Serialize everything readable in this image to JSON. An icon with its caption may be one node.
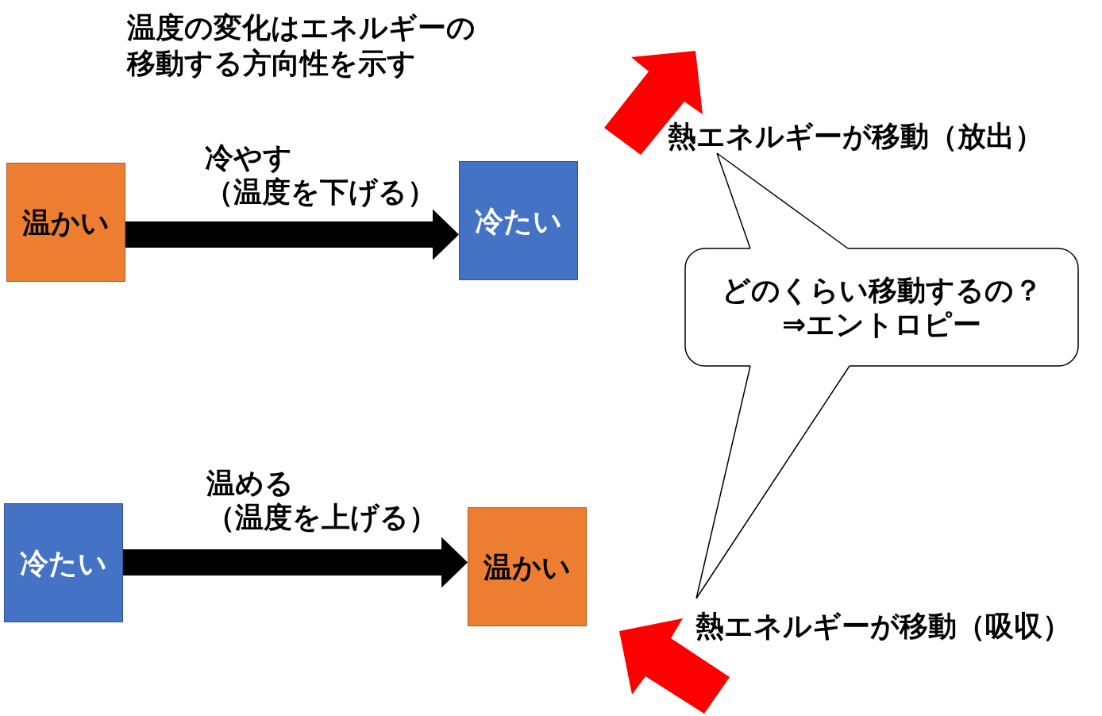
{
  "diagram": {
    "title": "温度の変化はエネルギーの移動する方向性を示す",
    "nodes": [
      {
        "text": [
          "温かい"
        ]
      },
      {
        "text": [
          "冷たい"
        ]
      },
      {
        "text": [
          "熱エネルギーが移動（放出）"
        ]
      },
      {
        "text": [
          "どのくらい移動するの？",
          "⇒エントロピー"
        ]
      },
      {
        "text": [
          "冷たい"
        ]
      },
      {
        "text": [
          "温かい"
        ]
      },
      {
        "text": [
          "熱エネルギーが移動（吸収）"
        ]
      }
    ],
    "edges": [
      {
        "from": 0,
        "to": 1,
        "arrow": "to",
        "label": "冷やす（温度を下げる）",
        "style": "thick"
      },
      {
        "from": 4,
        "to": 5,
        "arrow": "to",
        "label": "温める（温度を上げる）",
        "style": "thick"
      },
      {
        "from": 3,
        "to": 2,
        "arrow": "none"
      },
      {
        "from": 3,
        "to": 6,
        "arrow": "none"
      }
    ]
  }
}
